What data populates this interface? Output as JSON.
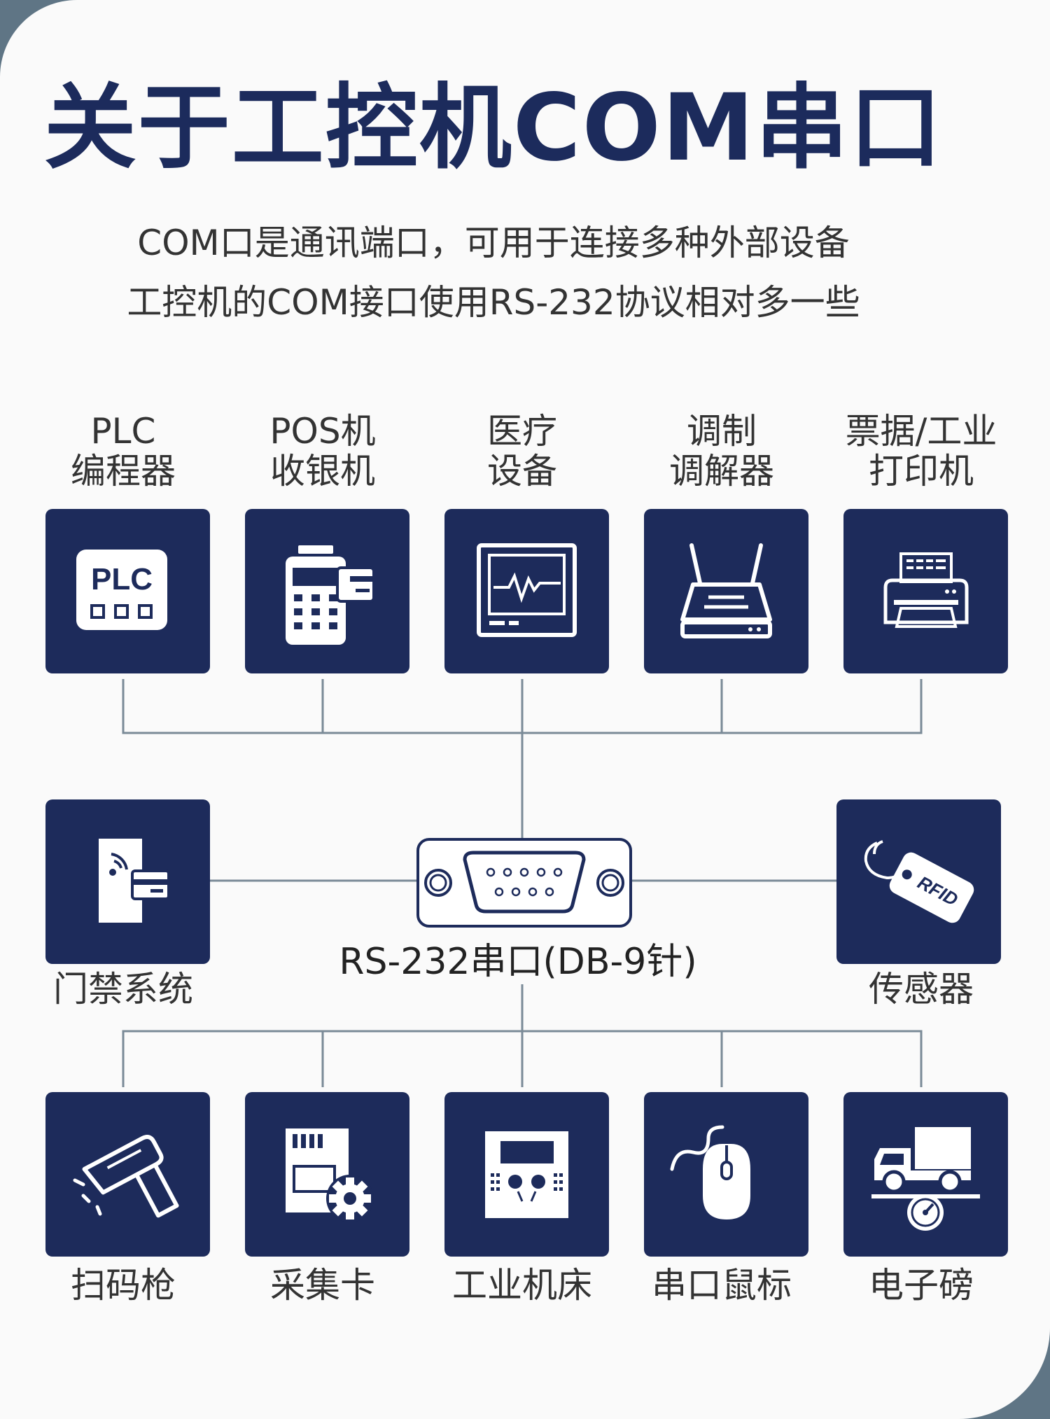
{
  "title": "关于工控机COM串口",
  "subtitle": [
    "COM口是通讯端口，可用于连接多种外部设备",
    "工控机的COM接口使用RS-232协议相对多一些"
  ],
  "hub": {
    "label": "RS-232串口(DB-9针)"
  },
  "top_devices": [
    {
      "label": "PLC\n编程器",
      "icon": "plc-icon",
      "icon_text": "PLC"
    },
    {
      "label": "POS机\n收银机",
      "icon": "pos-terminal-icon"
    },
    {
      "label": "医疗\n设备",
      "icon": "medical-monitor-icon"
    },
    {
      "label": "调制\n调解器",
      "icon": "router-icon"
    },
    {
      "label": "票据/工业\n打印机",
      "icon": "printer-icon"
    }
  ],
  "side_devices": [
    {
      "label": "门禁系统",
      "icon": "access-control-icon"
    },
    {
      "label": "传感器",
      "icon": "rfid-tag-icon",
      "icon_text": "RFID"
    }
  ],
  "bottom_devices": [
    {
      "label": "扫码枪",
      "icon": "barcode-scanner-icon"
    },
    {
      "label": "采集卡",
      "icon": "sd-card-gear-icon"
    },
    {
      "label": "工业机床",
      "icon": "machine-control-icon"
    },
    {
      "label": "串口鼠标",
      "icon": "mouse-icon"
    },
    {
      "label": "电子磅",
      "icon": "truck-scale-icon"
    }
  ],
  "colors": {
    "box": "#1d2b5b",
    "title": "#1c2b5c",
    "line": "#7a8a97",
    "border": "#5f7585"
  }
}
